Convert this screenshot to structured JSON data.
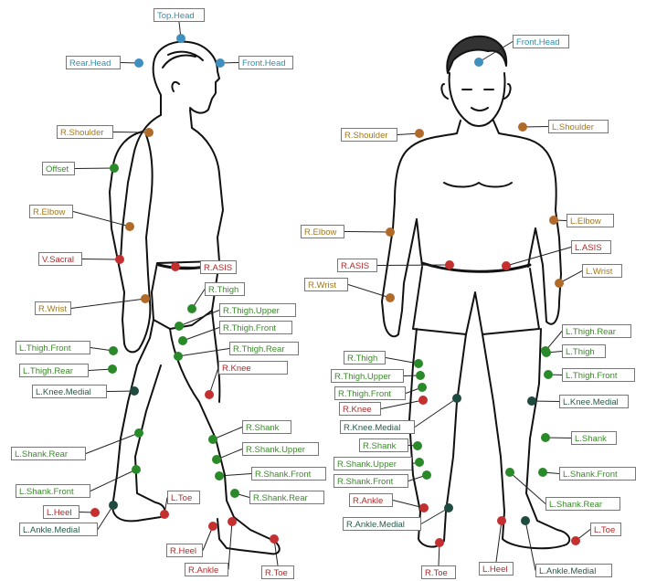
{
  "colors": {
    "blue": "#3f8fbf",
    "gold": "#b06a2a",
    "green": "#2a8a2a",
    "red": "#c43030",
    "dkgreen": "#1f4a40",
    "outline": "#111111"
  },
  "markers": [
    {
      "id": "top-head",
      "label": "Top.Head",
      "color": "blue"
    },
    {
      "id": "rear-head",
      "label": "Rear.Head",
      "color": "blue"
    },
    {
      "id": "front-head-side",
      "label": "Front.Head",
      "color": "blue"
    },
    {
      "id": "r-shoulder-side",
      "label": "R.Shoulder",
      "color": "gold"
    },
    {
      "id": "offset",
      "label": "Offset",
      "color": "green"
    },
    {
      "id": "r-elbow-side",
      "label": "R.Elbow",
      "color": "gold"
    },
    {
      "id": "v-sacral",
      "label": "V.Sacral",
      "color": "red"
    },
    {
      "id": "r-asis-side",
      "label": "R.ASIS",
      "color": "red"
    },
    {
      "id": "r-wrist-side",
      "label": "R.Wrist",
      "color": "gold"
    },
    {
      "id": "r-thigh-side",
      "label": "R.Thigh",
      "color": "green"
    },
    {
      "id": "r-thigh-upper-side",
      "label": "R.Thigh.Upper",
      "color": "green"
    },
    {
      "id": "r-thigh-front-side",
      "label": "R.Thigh.Front",
      "color": "green"
    },
    {
      "id": "r-thigh-rear-side",
      "label": "R.Thigh.Rear",
      "color": "green"
    },
    {
      "id": "l-thigh-front-side",
      "label": "L.Thigh.Front",
      "color": "green"
    },
    {
      "id": "l-thigh-rear-side",
      "label": "L.Thigh.Rear",
      "color": "green"
    },
    {
      "id": "r-knee-side",
      "label": "R.Knee",
      "color": "red"
    },
    {
      "id": "l-knee-medial-side",
      "label": "L.Knee.Medial",
      "color": "dkgreen"
    },
    {
      "id": "r-shank-side",
      "label": "R.Shank",
      "color": "green"
    },
    {
      "id": "r-shank-upper-side",
      "label": "R.Shank.Upper",
      "color": "green"
    },
    {
      "id": "l-shank-rear-side",
      "label": "L.Shank.Rear",
      "color": "green"
    },
    {
      "id": "r-shank-front-side",
      "label": "R.Shank.Front",
      "color": "green"
    },
    {
      "id": "l-shank-front-side",
      "label": "L.Shank.Front",
      "color": "green"
    },
    {
      "id": "r-shank-rear-side",
      "label": "R.Shank.Rear",
      "color": "green"
    },
    {
      "id": "l-heel-side",
      "label": "L.Heel",
      "color": "red"
    },
    {
      "id": "l-toe-side",
      "label": "L.Toe",
      "color": "red"
    },
    {
      "id": "l-ankle-medial-side",
      "label": "L.Ankle.Medial",
      "color": "dkgreen"
    },
    {
      "id": "r-heel-side",
      "label": "R.Heel",
      "color": "red"
    },
    {
      "id": "r-ankle-side",
      "label": "R.Ankle",
      "color": "red"
    },
    {
      "id": "r-toe-side",
      "label": "R.Toe",
      "color": "red"
    },
    {
      "id": "front-head-front",
      "label": "Front.Head",
      "color": "blue"
    },
    {
      "id": "r-shoulder-front",
      "label": "R.Shoulder",
      "color": "gold"
    },
    {
      "id": "l-shoulder-front",
      "label": "L.Shoulder",
      "color": "gold"
    },
    {
      "id": "r-elbow-front",
      "label": "R.Elbow",
      "color": "gold"
    },
    {
      "id": "l-elbow-front",
      "label": "L.Elbow",
      "color": "gold"
    },
    {
      "id": "l-asis-front",
      "label": "L.ASIS",
      "color": "red"
    },
    {
      "id": "r-asis-front",
      "label": "R.ASIS",
      "color": "red"
    },
    {
      "id": "l-wrist-front",
      "label": "L.Wrist",
      "color": "gold"
    },
    {
      "id": "r-wrist-front",
      "label": "R.Wrist",
      "color": "gold"
    },
    {
      "id": "l-thigh-rear-front",
      "label": "L.Thigh.Rear",
      "color": "green"
    },
    {
      "id": "l-thigh-front",
      "label": "L.Thigh",
      "color": "green"
    },
    {
      "id": "r-thigh-front",
      "label": "R.Thigh",
      "color": "green"
    },
    {
      "id": "l-thigh-front-front",
      "label": "L.Thigh.Front",
      "color": "green"
    },
    {
      "id": "r-thigh-upper-front",
      "label": "R.Thigh.Upper",
      "color": "green"
    },
    {
      "id": "r-thigh-front-front",
      "label": "R.Thigh.Front",
      "color": "green"
    },
    {
      "id": "r-knee-front",
      "label": "R.Knee",
      "color": "red"
    },
    {
      "id": "l-knee-medial-front",
      "label": "L.Knee.Medial",
      "color": "dkgreen"
    },
    {
      "id": "r-knee-medial-front",
      "label": "R.Knee.Medial",
      "color": "dkgreen"
    },
    {
      "id": "l-shank-front",
      "label": "L.Shank",
      "color": "green"
    },
    {
      "id": "r-shank-front",
      "label": "R.Shank",
      "color": "green"
    },
    {
      "id": "r-shank-upper-front",
      "label": "R.Shank.Upper",
      "color": "green"
    },
    {
      "id": "l-shank-front-front",
      "label": "L.Shank.Front",
      "color": "green"
    },
    {
      "id": "r-shank-front-front",
      "label": "R.Shank.Front",
      "color": "green"
    },
    {
      "id": "r-ankle-front",
      "label": "R.Ankle",
      "color": "red"
    },
    {
      "id": "l-shank-rear-front",
      "label": "L.Shank.Rear",
      "color": "green"
    },
    {
      "id": "r-ankle-medial-front",
      "label": "R.Ankle.Medial",
      "color": "dkgreen"
    },
    {
      "id": "l-toe-front",
      "label": "L.Toe",
      "color": "red"
    },
    {
      "id": "r-toe-front",
      "label": "R.Toe",
      "color": "red"
    },
    {
      "id": "l-heel-front",
      "label": "L.Heel",
      "color": "red"
    },
    {
      "id": "l-ankle-medial-front",
      "label": "L.Ankle.Medial",
      "color": "dkgreen"
    }
  ]
}
